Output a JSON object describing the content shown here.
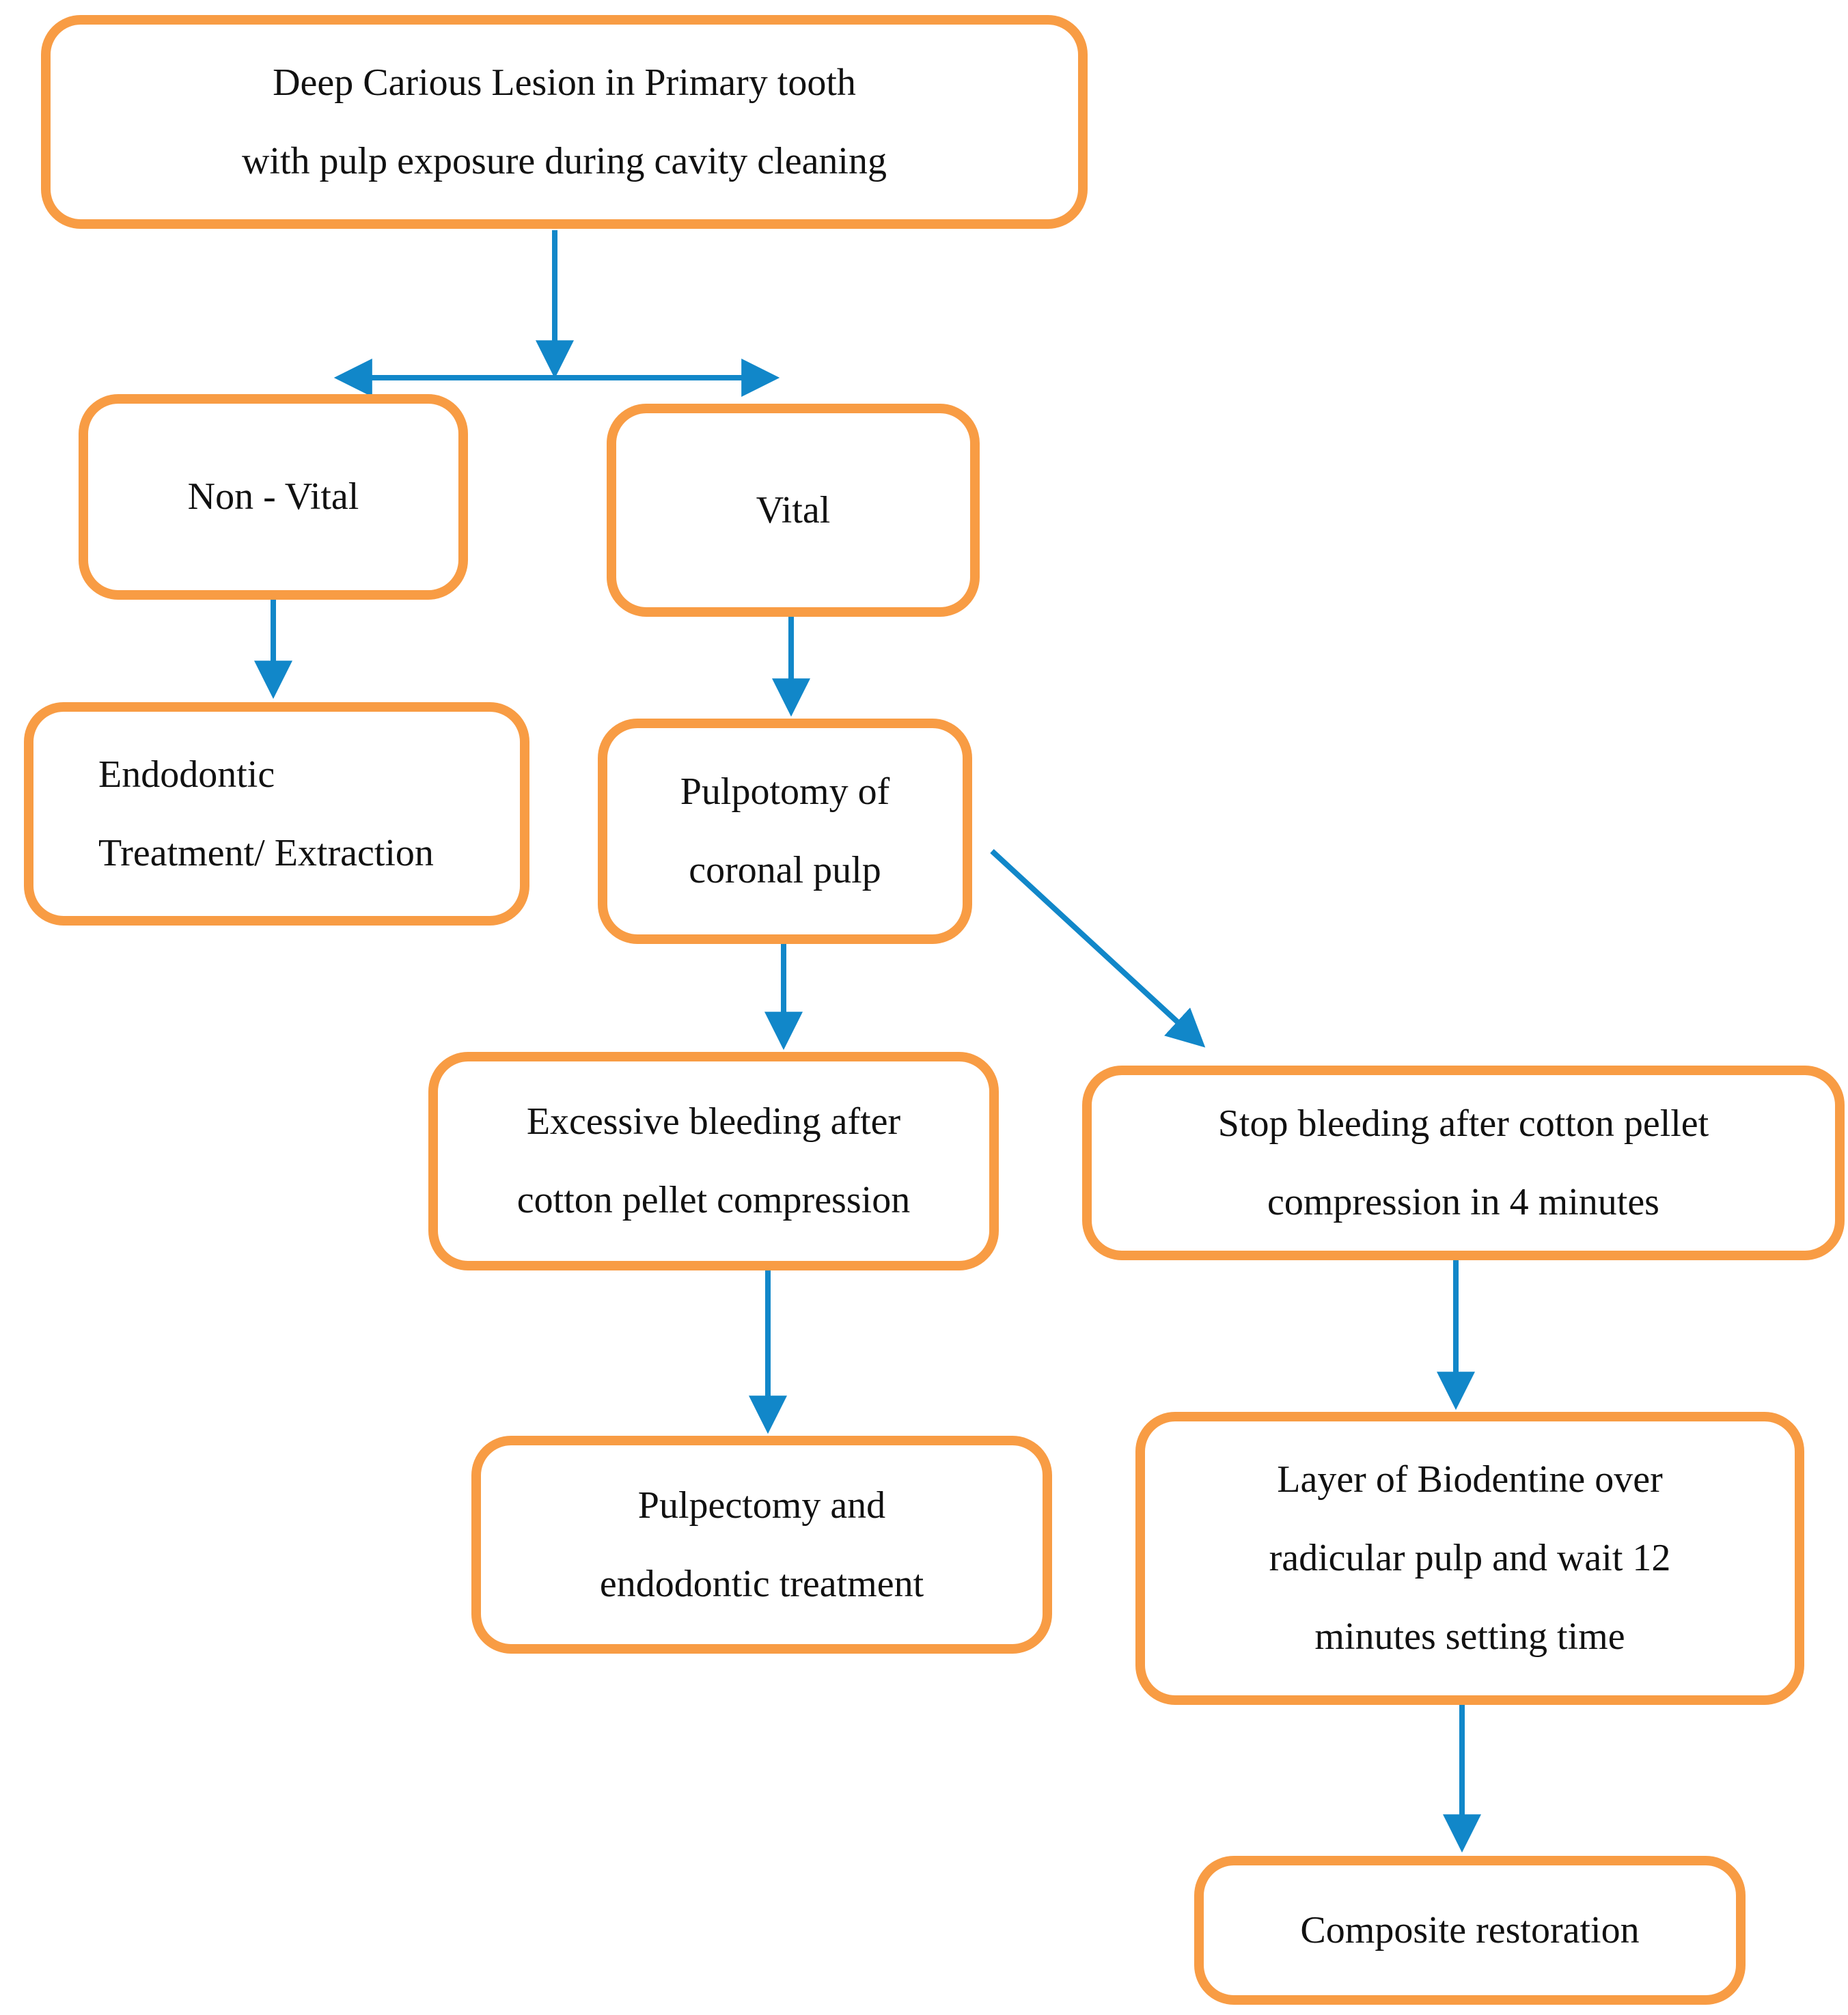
{
  "figure": {
    "type": "flowchart",
    "description": "Clinical decision flowchart for deep carious lesion in primary tooth with pulp exposure"
  },
  "colors": {
    "box_border": "#F89C44",
    "arrow": "#1187C9",
    "text": "#111111",
    "background": "#FFFFFF"
  },
  "nodes": {
    "deep_carious_lesion": {
      "lines": [
        "Deep Carious Lesion in Primary tooth",
        "with pulp exposure during cavity cleaning"
      ]
    },
    "non_vital": {
      "lines": [
        "Non - Vital"
      ]
    },
    "vital": {
      "lines": [
        "Vital"
      ]
    },
    "endodontic_treatment": {
      "lines": [
        "Endodontic",
        "Treatment/ Extraction"
      ]
    },
    "pulpotomy": {
      "lines": [
        "Pulpotomy of",
        "coronal pulp"
      ]
    },
    "excessive_bleeding": {
      "lines": [
        "Excessive bleeding after",
        "cotton pellet compression"
      ]
    },
    "stop_bleeding": {
      "lines": [
        "Stop bleeding after cotton pellet",
        "compression in 4 minutes"
      ]
    },
    "pulpectomy": {
      "lines": [
        "Pulpectomy and",
        "endodontic treatment"
      ]
    },
    "biodentine_layer": {
      "lines": [
        "Layer of Biodentine over",
        "radicular pulp and wait 12",
        "minutes setting time"
      ]
    },
    "composite_restoration": {
      "lines": [
        "Composite restoration"
      ]
    }
  },
  "edges": [
    {
      "from": "deep_carious_lesion",
      "to": "non_vital"
    },
    {
      "from": "deep_carious_lesion",
      "to": "vital"
    },
    {
      "from": "non_vital",
      "to": "endodontic_treatment"
    },
    {
      "from": "vital",
      "to": "pulpotomy"
    },
    {
      "from": "pulpotomy",
      "to": "excessive_bleeding"
    },
    {
      "from": "pulpotomy",
      "to": "stop_bleeding"
    },
    {
      "from": "excessive_bleeding",
      "to": "pulpectomy"
    },
    {
      "from": "stop_bleeding",
      "to": "biodentine_layer"
    },
    {
      "from": "biodentine_layer",
      "to": "composite_restoration"
    }
  ]
}
